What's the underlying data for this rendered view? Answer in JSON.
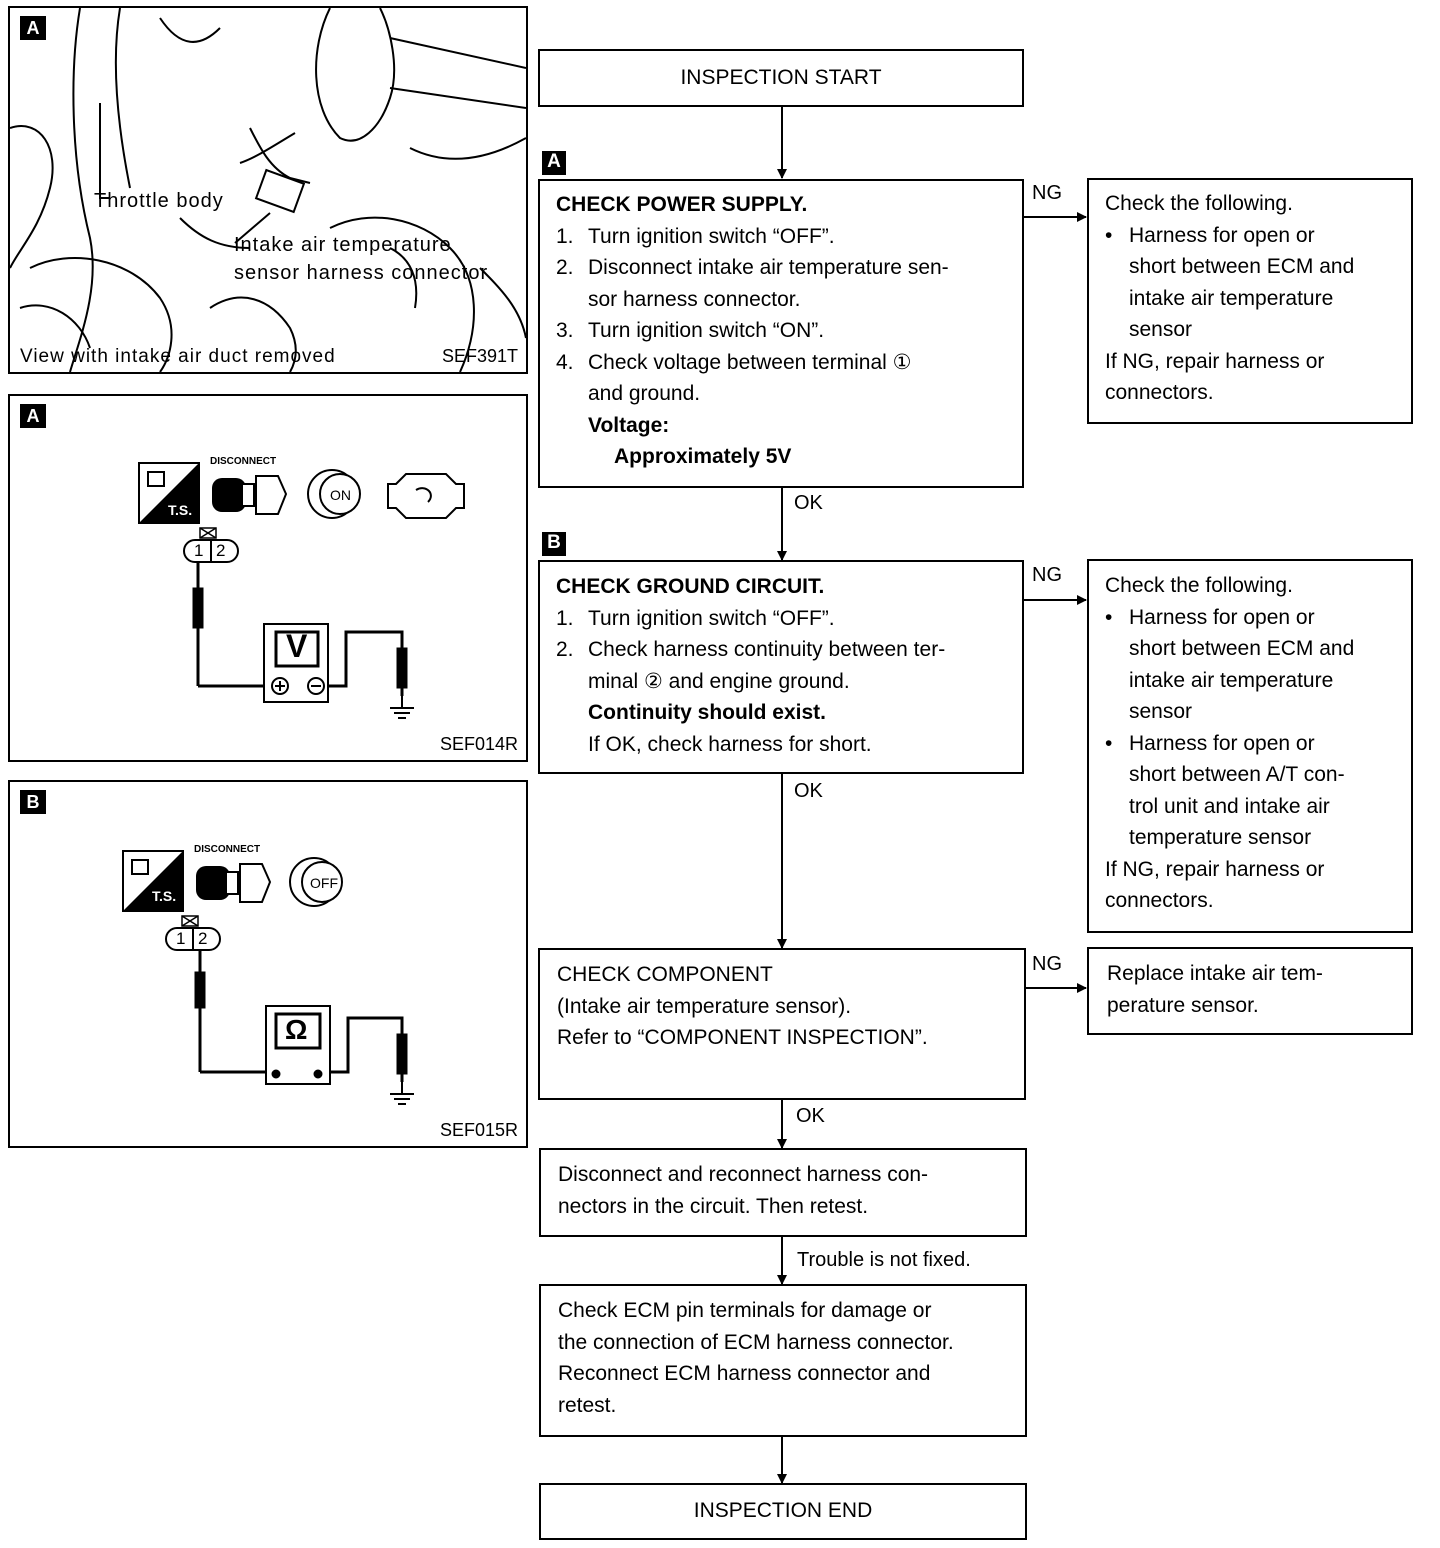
{
  "figures": [
    {
      "tag": "A",
      "labels": [
        "Throttle body",
        "Intake air temperature",
        "sensor harness connector"
      ],
      "caption": "View with intake air duct removed",
      "code": "SEF391T"
    },
    {
      "tag": "A",
      "icons": [
        "DISCONNECT",
        "T.S.",
        "ON"
      ],
      "connector": [
        "1",
        "2"
      ],
      "meter": "V",
      "code": "SEF014R"
    },
    {
      "tag": "B",
      "icons": [
        "DISCONNECT",
        "T.S.",
        "OFF"
      ],
      "connector": [
        "1",
        "2"
      ],
      "meter": "Ω",
      "code": "SEF015R"
    }
  ],
  "flow": {
    "start": "INSPECTION START",
    "step_a": {
      "tag": "A",
      "title": "CHECK POWER SUPPLY.",
      "items": [
        {
          "n": "1.",
          "text": "Turn ignition switch “OFF”."
        },
        {
          "n": "2.",
          "text": "Disconnect intake air temperature sen-"
        },
        {
          "n": "",
          "text": "sor harness connector."
        },
        {
          "n": "3.",
          "text": "Turn ignition switch “ON”."
        },
        {
          "n": "4.",
          "text": "Check voltage between terminal ①"
        },
        {
          "n": "",
          "text": "and ground."
        }
      ],
      "spec_label": "Voltage:",
      "spec_value": "Approximately 5V"
    },
    "ng_a": {
      "heading": "Check the following.",
      "bullets": [
        [
          "Harness for open or",
          "short between ECM and",
          "intake air temperature",
          "sensor"
        ]
      ],
      "footer": [
        "If NG, repair harness or",
        "connectors."
      ]
    },
    "step_b": {
      "tag": "B",
      "title": "CHECK GROUND CIRCUIT.",
      "items": [
        {
          "n": "1.",
          "text": "Turn ignition switch “OFF”."
        },
        {
          "n": "2.",
          "text": "Check harness continuity between ter-"
        },
        {
          "n": "",
          "text": "minal ② and engine ground."
        }
      ],
      "spec_label": "Continuity should exist.",
      "spec_value": "If OK, check harness for short."
    },
    "ng_b": {
      "heading": "Check the following.",
      "bullets": [
        [
          "Harness for open or",
          "short between ECM and",
          "intake air temperature",
          "sensor"
        ],
        [
          "Harness for open or",
          "short between A/T con-",
          "trol unit and intake air",
          "temperature sensor"
        ]
      ],
      "footer": [
        "If NG, repair harness or",
        "connectors."
      ]
    },
    "step_c": {
      "lines": [
        "CHECK COMPONENT",
        "(Intake air temperature sensor).",
        "Refer to “COMPONENT INSPECTION”."
      ]
    },
    "ng_c": {
      "lines": [
        "Replace intake air tem-",
        "perature sensor."
      ]
    },
    "step_d": {
      "lines": [
        "Disconnect and reconnect harness con-",
        "nectors in the circuit. Then retest."
      ]
    },
    "step_e": {
      "lines": [
        "Check ECM pin terminals for damage or",
        "the connection of ECM harness connector.",
        "Reconnect ECM harness connector and",
        "retest."
      ]
    },
    "end": "INSPECTION END",
    "labels": {
      "ok": "OK",
      "ng": "NG",
      "trouble": "Trouble is not fixed."
    }
  }
}
